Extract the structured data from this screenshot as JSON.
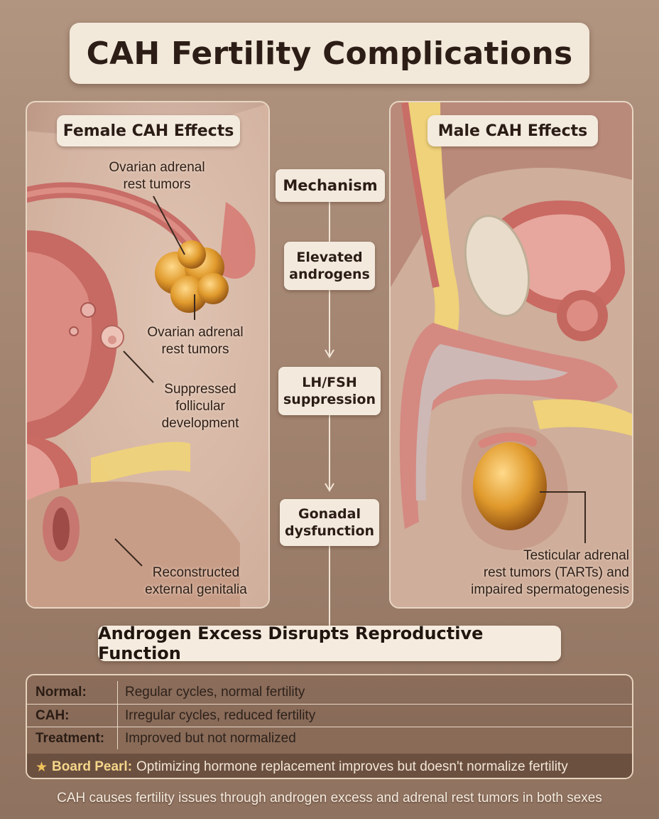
{
  "title": "CAH Fertility Complications",
  "female": {
    "label": "Female CAH Effects",
    "callout_top": [
      "Ovarian adrenal",
      "rest tumors"
    ],
    "callout_mid": [
      "Ovarian adrenal",
      "rest tumors"
    ],
    "callout_follicle": [
      "Suppressed",
      "follicular",
      "development"
    ],
    "callout_genitalia": [
      "Reconstructed",
      "external genitalia"
    ]
  },
  "male": {
    "label": "Male CAH Effects",
    "callout_tarts": [
      "Testicular adrenal",
      "rest tumors (TARTs) and",
      "impaired spermatogenesis"
    ]
  },
  "mechanism": {
    "header": "Mechanism",
    "steps": [
      [
        "Elevated",
        "androgens"
      ],
      [
        "LH/FSH",
        "suppression"
      ],
      [
        "Gonadal",
        "dysfunction"
      ]
    ]
  },
  "banner": "Androgen Excess Disrupts Reproductive Function",
  "table": [
    {
      "key": "Normal:",
      "value": "Regular cycles, normal fertility"
    },
    {
      "key": "CAH:",
      "value": "Irregular cycles, reduced fertility"
    },
    {
      "key": "Treatment:",
      "value": "Improved but not normalized"
    }
  ],
  "pearl": {
    "icon": "star-icon",
    "key": "Board Pearl:",
    "text": "Optimizing hormone replacement improves but doesn't normalize fertility"
  },
  "caption": "CAH causes fertility issues through androgen excess and adrenal rest tumors in both sexes",
  "colors": {
    "background": "#a48672",
    "box": "#f3e9da",
    "tumor": "#d98a1e",
    "tissue": "#c96f68",
    "fat": "#efd279"
  }
}
